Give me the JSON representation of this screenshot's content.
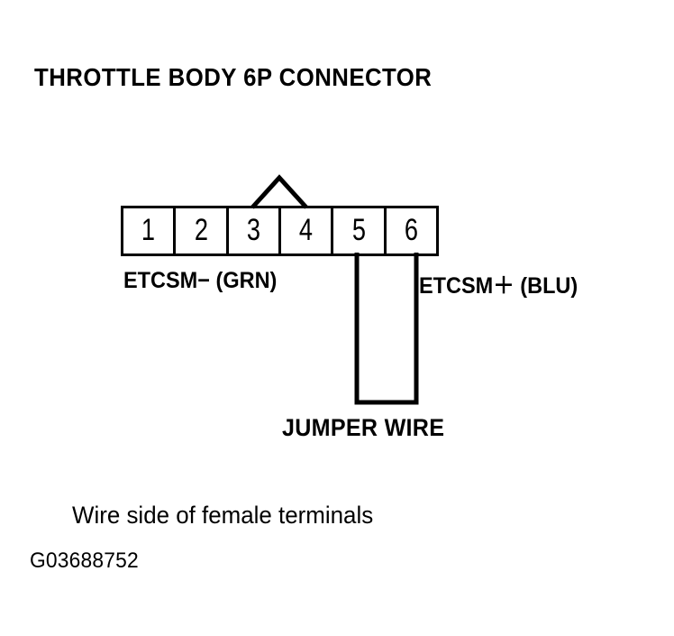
{
  "figure": {
    "title": "THROTTLE BODY 6P CONNECTOR",
    "view_note": "Wire side of female terminals",
    "figure_id": "G03688752",
    "background_color": "#ffffff",
    "line_color": "#000000"
  },
  "connector": {
    "pin_count": 6,
    "pins": [
      {
        "number": "1"
      },
      {
        "number": "2"
      },
      {
        "number": "3"
      },
      {
        "number": "4"
      },
      {
        "number": "5"
      },
      {
        "number": "6"
      }
    ],
    "lock_tab": {
      "icon": "triangle-tab-icon",
      "above_pins": "3-4"
    }
  },
  "labels": {
    "left": "ETCSM− (GRN)",
    "right": "ETCSM＋ (BLU)"
  },
  "jumper": {
    "caption": "JUMPER WIRE",
    "connects_pins": "5-6",
    "icon": "jumper-wire-icon"
  }
}
